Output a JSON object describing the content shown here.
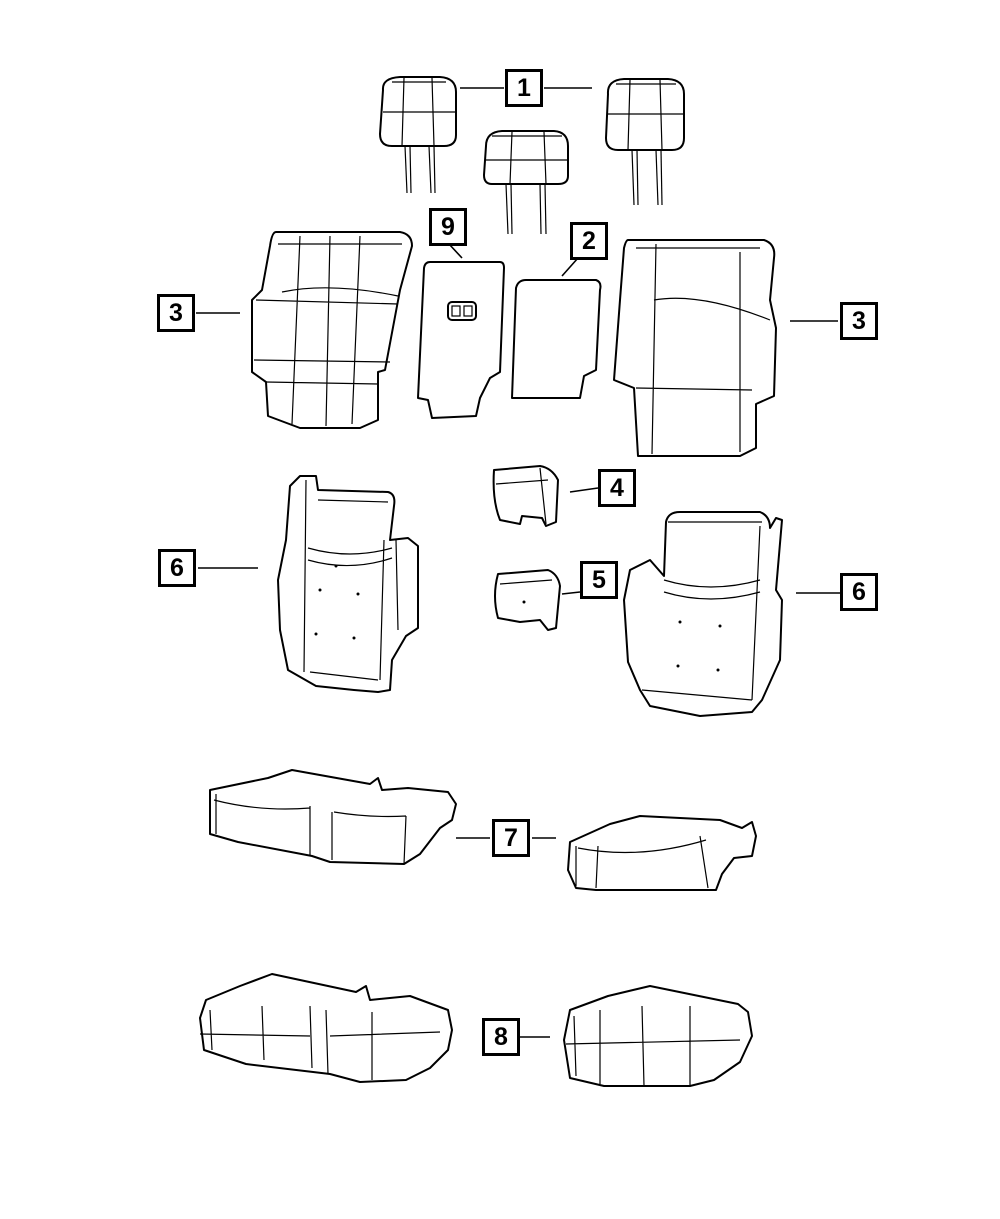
{
  "callouts": {
    "c1": "1",
    "c2": "2",
    "c3_left": "3",
    "c3_right": "3",
    "c4": "4",
    "c5": "5",
    "c6_left": "6",
    "c6_right": "6",
    "c7": "7",
    "c8": "8",
    "c9": "9"
  }
}
